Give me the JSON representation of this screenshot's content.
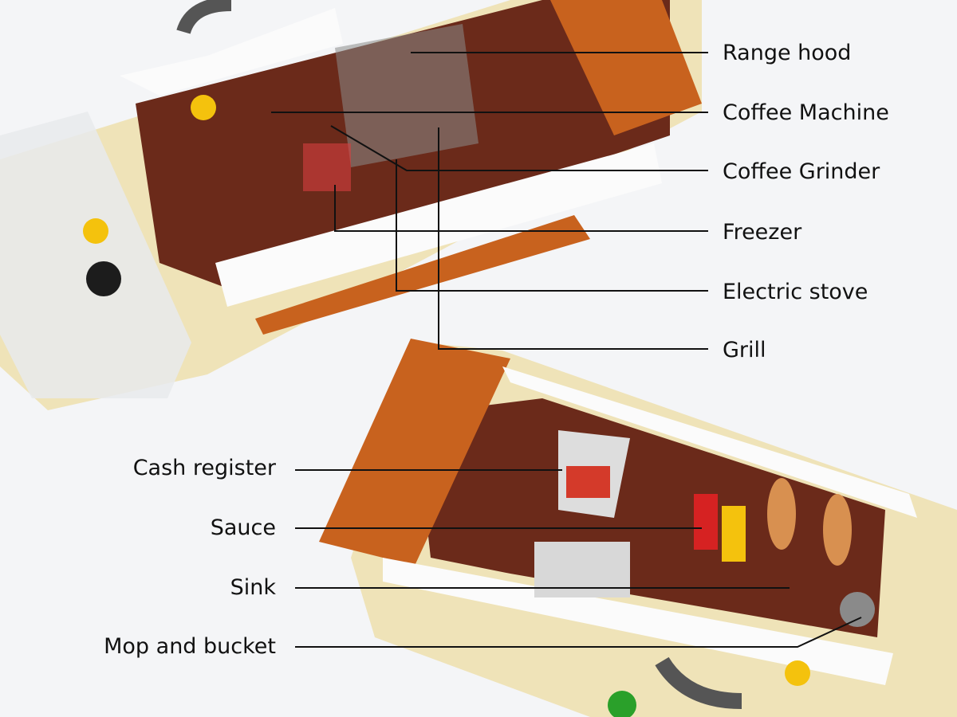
{
  "labels_top": [
    {
      "id": "range-hood",
      "text": "Range hood"
    },
    {
      "id": "coffee-machine",
      "text": "Coffee Machine"
    },
    {
      "id": "coffee-grinder",
      "text": "Coffee Grinder"
    },
    {
      "id": "freezer",
      "text": "Freezer"
    },
    {
      "id": "electric-stove",
      "text": "Electric stove"
    },
    {
      "id": "grill",
      "text": "Grill"
    }
  ],
  "labels_bottom": [
    {
      "id": "cash-register",
      "text": "Cash register"
    },
    {
      "id": "sauce",
      "text": "Sauce"
    },
    {
      "id": "sink",
      "text": "Sink"
    },
    {
      "id": "mop-and-bucket",
      "text": "Mop and bucket"
    }
  ],
  "colors": {
    "tan": "#efe3b8",
    "brown": "#6b2a1a",
    "orange": "#c8621e",
    "white": "#fbfbfb",
    "black": "#1c1c1c",
    "line": "#111111"
  }
}
